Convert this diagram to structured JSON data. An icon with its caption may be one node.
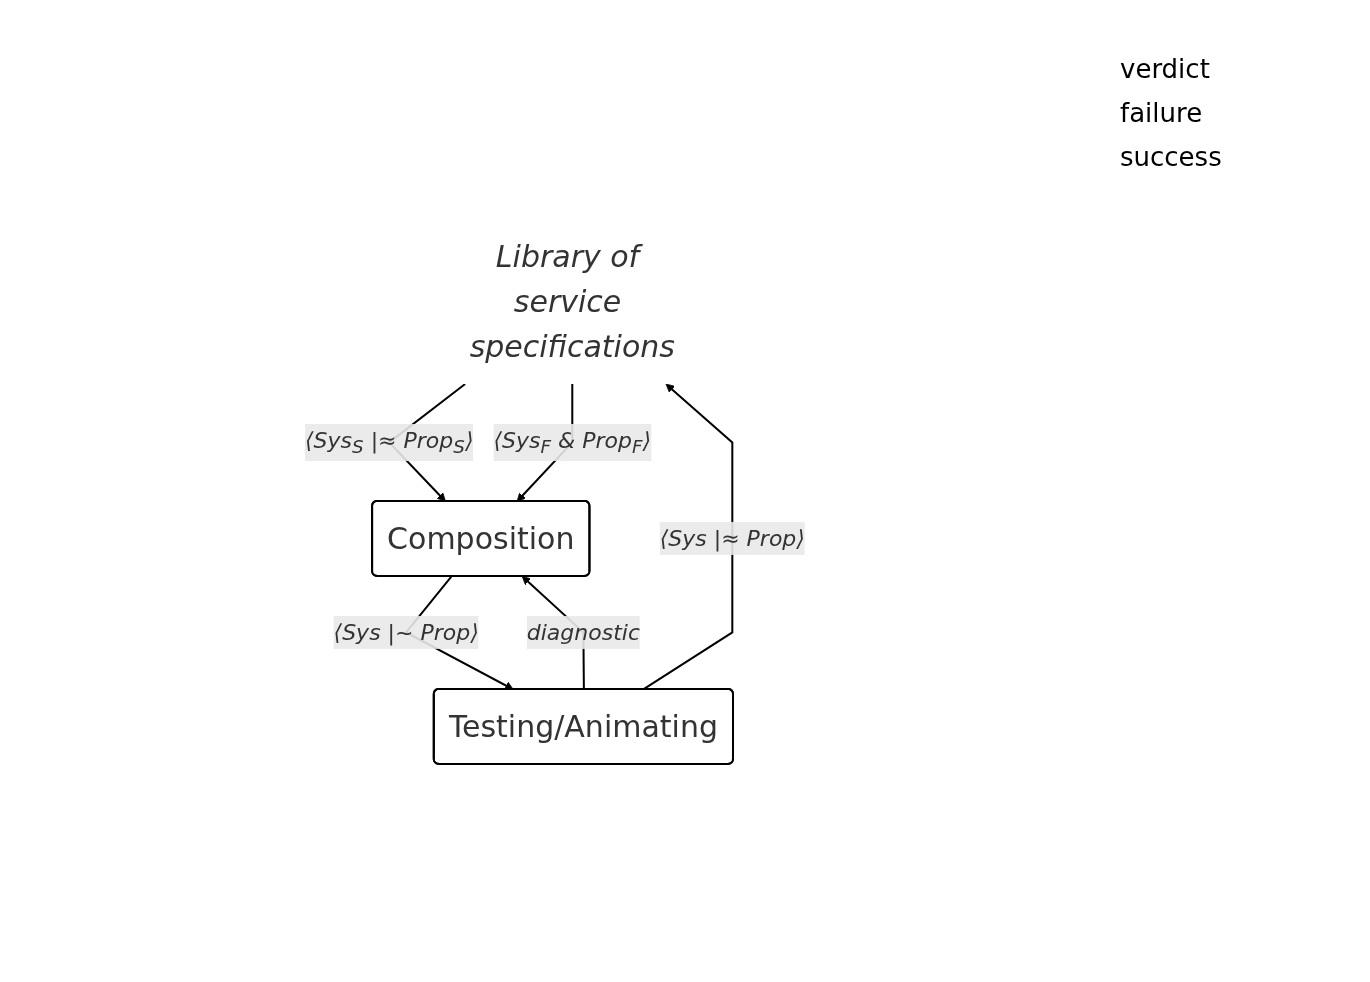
{
  "diagram": {
    "nodes": [
      {
        "text": [
          "Library of service specifications"
        ]
      },
      {
        "text": [
          "Composition"
        ]
      },
      {
        "text": [
          "Testing/Animating"
        ]
      }
    ],
    "edges": [
      {
        "from": 0,
        "to": 1,
        "arrow": "to",
        "label": "⟨Sys$_{S}$ |≈ Prop$_{S}$⟩"
      },
      {
        "from": 0,
        "to": 1,
        "arrow": "to",
        "label": "⟨Sys$_{F}$ & Prop$_{F}$⟩"
      },
      {
        "from": 1,
        "to": 2,
        "arrow": "to",
        "label": "⟨Sys |~ Prop⟩"
      },
      {
        "from": 2,
        "to": 1,
        "arrow": "to",
        "label": "diagnostic"
      },
      {
        "from": 2,
        "to": 0,
        "arrow": "to",
        "label": "⟨Sys |≈ Prop⟩"
      }
    ],
    "labels": [
      "verdict",
      "failure",
      "success"
    ]
  }
}
